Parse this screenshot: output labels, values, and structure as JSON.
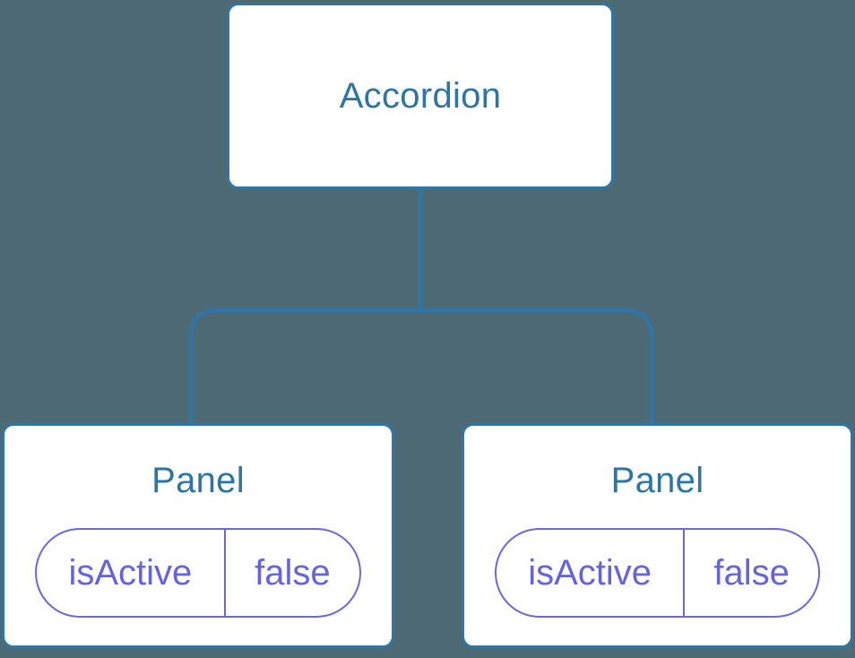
{
  "diagram": {
    "root": {
      "label": "Accordion"
    },
    "children": [
      {
        "label": "Panel",
        "state": {
          "key": "isActive",
          "value": "false"
        }
      },
      {
        "label": "Panel",
        "state": {
          "key": "isActive",
          "value": "false"
        }
      }
    ]
  },
  "colors": {
    "background": "#4d6a74",
    "node_fill": "#ffffff",
    "node_border": "#2e76a8",
    "node_label": "#2e75a3",
    "connector": "#2e76a8",
    "state_border": "#6868e0",
    "state_text": "#6363e3"
  }
}
